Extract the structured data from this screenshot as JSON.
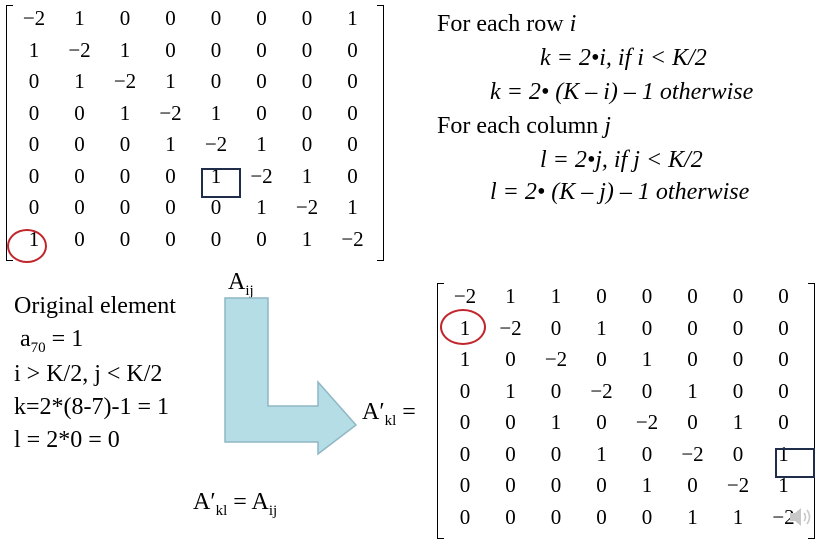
{
  "matrix_A": [
    [
      "−2",
      "1",
      "0",
      "0",
      "0",
      "0",
      "0",
      "1"
    ],
    [
      "1",
      "−2",
      "1",
      "0",
      "0",
      "0",
      "0",
      "0"
    ],
    [
      "0",
      "1",
      "−2",
      "1",
      "0",
      "0",
      "0",
      "0"
    ],
    [
      "0",
      "0",
      "1",
      "−2",
      "1",
      "0",
      "0",
      "0"
    ],
    [
      "0",
      "0",
      "0",
      "1",
      "−2",
      "1",
      "0",
      "0"
    ],
    [
      "0",
      "0",
      "0",
      "0",
      "1",
      "−2",
      "1",
      "0"
    ],
    [
      "0",
      "0",
      "0",
      "0",
      "0",
      "1",
      "−2",
      "1"
    ],
    [
      "1",
      "0",
      "0",
      "0",
      "0",
      "0",
      "1",
      "−2"
    ]
  ],
  "matrix_A_prime": [
    [
      "−2",
      "1",
      "1",
      "0",
      "0",
      "0",
      "0",
      "0"
    ],
    [
      "1",
      "−2",
      "0",
      "1",
      "0",
      "0",
      "0",
      "0"
    ],
    [
      "1",
      "0",
      "−2",
      "0",
      "1",
      "0",
      "0",
      "0"
    ],
    [
      "0",
      "1",
      "0",
      "−2",
      "0",
      "1",
      "0",
      "0"
    ],
    [
      "0",
      "0",
      "1",
      "0",
      "−2",
      "0",
      "1",
      "0"
    ],
    [
      "0",
      "0",
      "0",
      "1",
      "0",
      "−2",
      "0",
      "1"
    ],
    [
      "0",
      "0",
      "0",
      "0",
      "1",
      "0",
      "−2",
      "1"
    ],
    [
      "0",
      "0",
      "0",
      "0",
      "0",
      "1",
      "1",
      "−2"
    ]
  ],
  "rules": {
    "row_heading": "For each row",
    "row_var": "i",
    "row_rule1": "k = 2•i,  if i < K/2",
    "row_rule2": "k = 2• (K – i) – 1 otherwise",
    "col_heading": "For each column",
    "col_var": "j",
    "col_rule1": "l = 2•j,  if j < K/2",
    "col_rule2": "l = 2• (K – j) – 1 otherwise"
  },
  "example": {
    "line1": "Original element",
    "line2_base": "a",
    "line2_sub": "70",
    "line2_tail": " = 1",
    "line3": "i > K/2, j < K/2",
    "line4": "k=2*(8-7)-1 = 1",
    "line5": "l = 2*0 = 0"
  },
  "labels": {
    "aij_base": "A",
    "aij_sub": "ij",
    "akl_base": "A′",
    "akl_sub": "kl",
    "akl_eq": " =",
    "eq_left_base": "A′",
    "eq_left_sub": "kl",
    "eq_mid": " = A",
    "eq_right_sub": "ij"
  },
  "colors": {
    "highlight_box": "#1f2d4a",
    "highlight_circle": "#c0262c",
    "arrow_fill": "#b5dde6",
    "arrow_stroke": "#8fb7c4"
  }
}
